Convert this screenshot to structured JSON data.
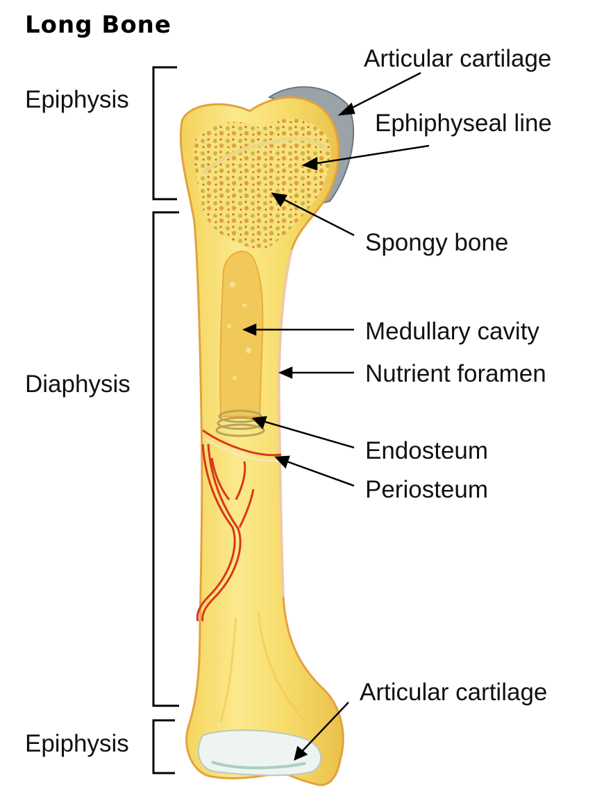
{
  "title": "Long Bone",
  "regions": {
    "epiphysis_top": "Epiphysis",
    "diaphysis": "Diaphysis",
    "epiphysis_bottom": "Epiphysis"
  },
  "labels": {
    "articular_cartilage_top": "Articular cartilage",
    "epiphyseal_line": "Ephiphyseal line",
    "spongy_bone": "Spongy bone",
    "medullary_cavity": "Medullary cavity",
    "nutrient_foramen": "Nutrient foramen",
    "endosteum": "Endosteum",
    "periosteum": "Periosteum",
    "articular_cartilage_bottom": "Articular cartilage"
  },
  "colors": {
    "bone": "#f7df6b",
    "bone_light": "#fbf3b4",
    "marrow": "#f1c85a",
    "vessel": "#d8361c",
    "cartilage": "#9aa3a8"
  }
}
